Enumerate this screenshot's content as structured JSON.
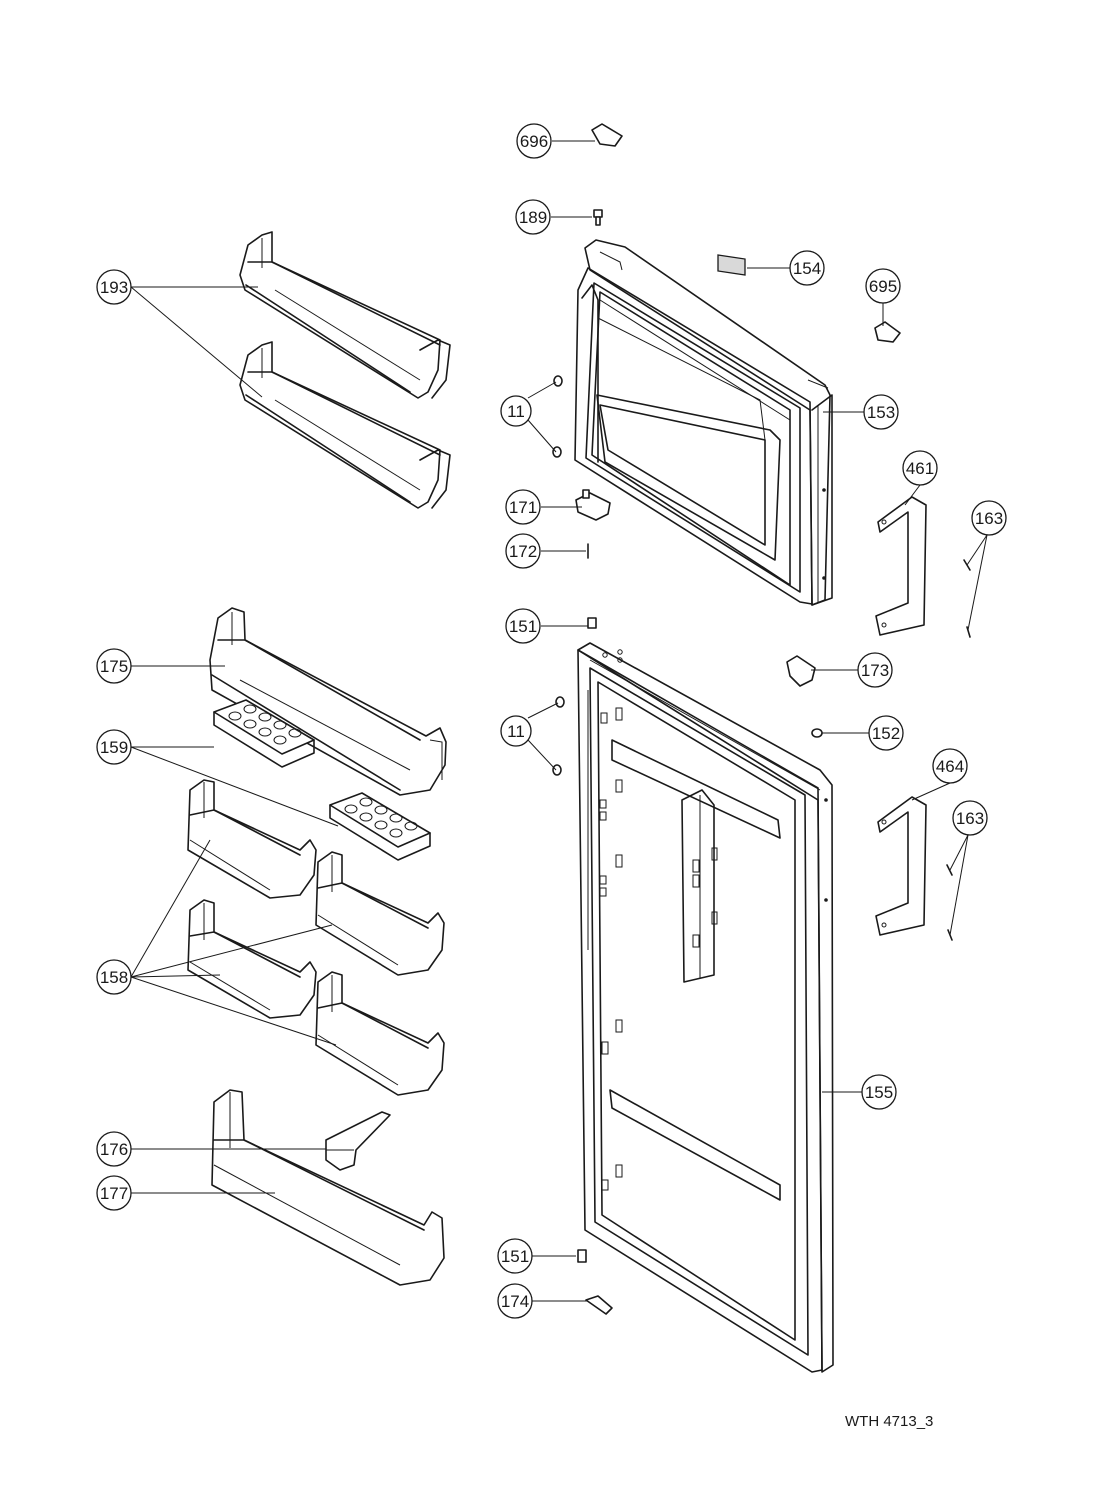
{
  "drawing_code": "WTH 4713_3",
  "callouts": [
    {
      "id": "c696",
      "label": "696"
    },
    {
      "id": "c189",
      "label": "189"
    },
    {
      "id": "c154",
      "label": "154"
    },
    {
      "id": "c695",
      "label": "695"
    },
    {
      "id": "c193",
      "label": "193"
    },
    {
      "id": "c11a",
      "label": "11"
    },
    {
      "id": "c153",
      "label": "153"
    },
    {
      "id": "c461",
      "label": "461"
    },
    {
      "id": "c163a",
      "label": "163"
    },
    {
      "id": "c171",
      "label": "171"
    },
    {
      "id": "c172",
      "label": "172"
    },
    {
      "id": "c151a",
      "label": "151"
    },
    {
      "id": "c173",
      "label": "173"
    },
    {
      "id": "c175",
      "label": "175"
    },
    {
      "id": "c11b",
      "label": "11"
    },
    {
      "id": "c152",
      "label": "152"
    },
    {
      "id": "c159",
      "label": "159"
    },
    {
      "id": "c464",
      "label": "464"
    },
    {
      "id": "c163b",
      "label": "163"
    },
    {
      "id": "c158",
      "label": "158"
    },
    {
      "id": "c155",
      "label": "155"
    },
    {
      "id": "c176",
      "label": "176"
    },
    {
      "id": "c177",
      "label": "177"
    },
    {
      "id": "c151b",
      "label": "151"
    },
    {
      "id": "c174",
      "label": "174"
    }
  ]
}
